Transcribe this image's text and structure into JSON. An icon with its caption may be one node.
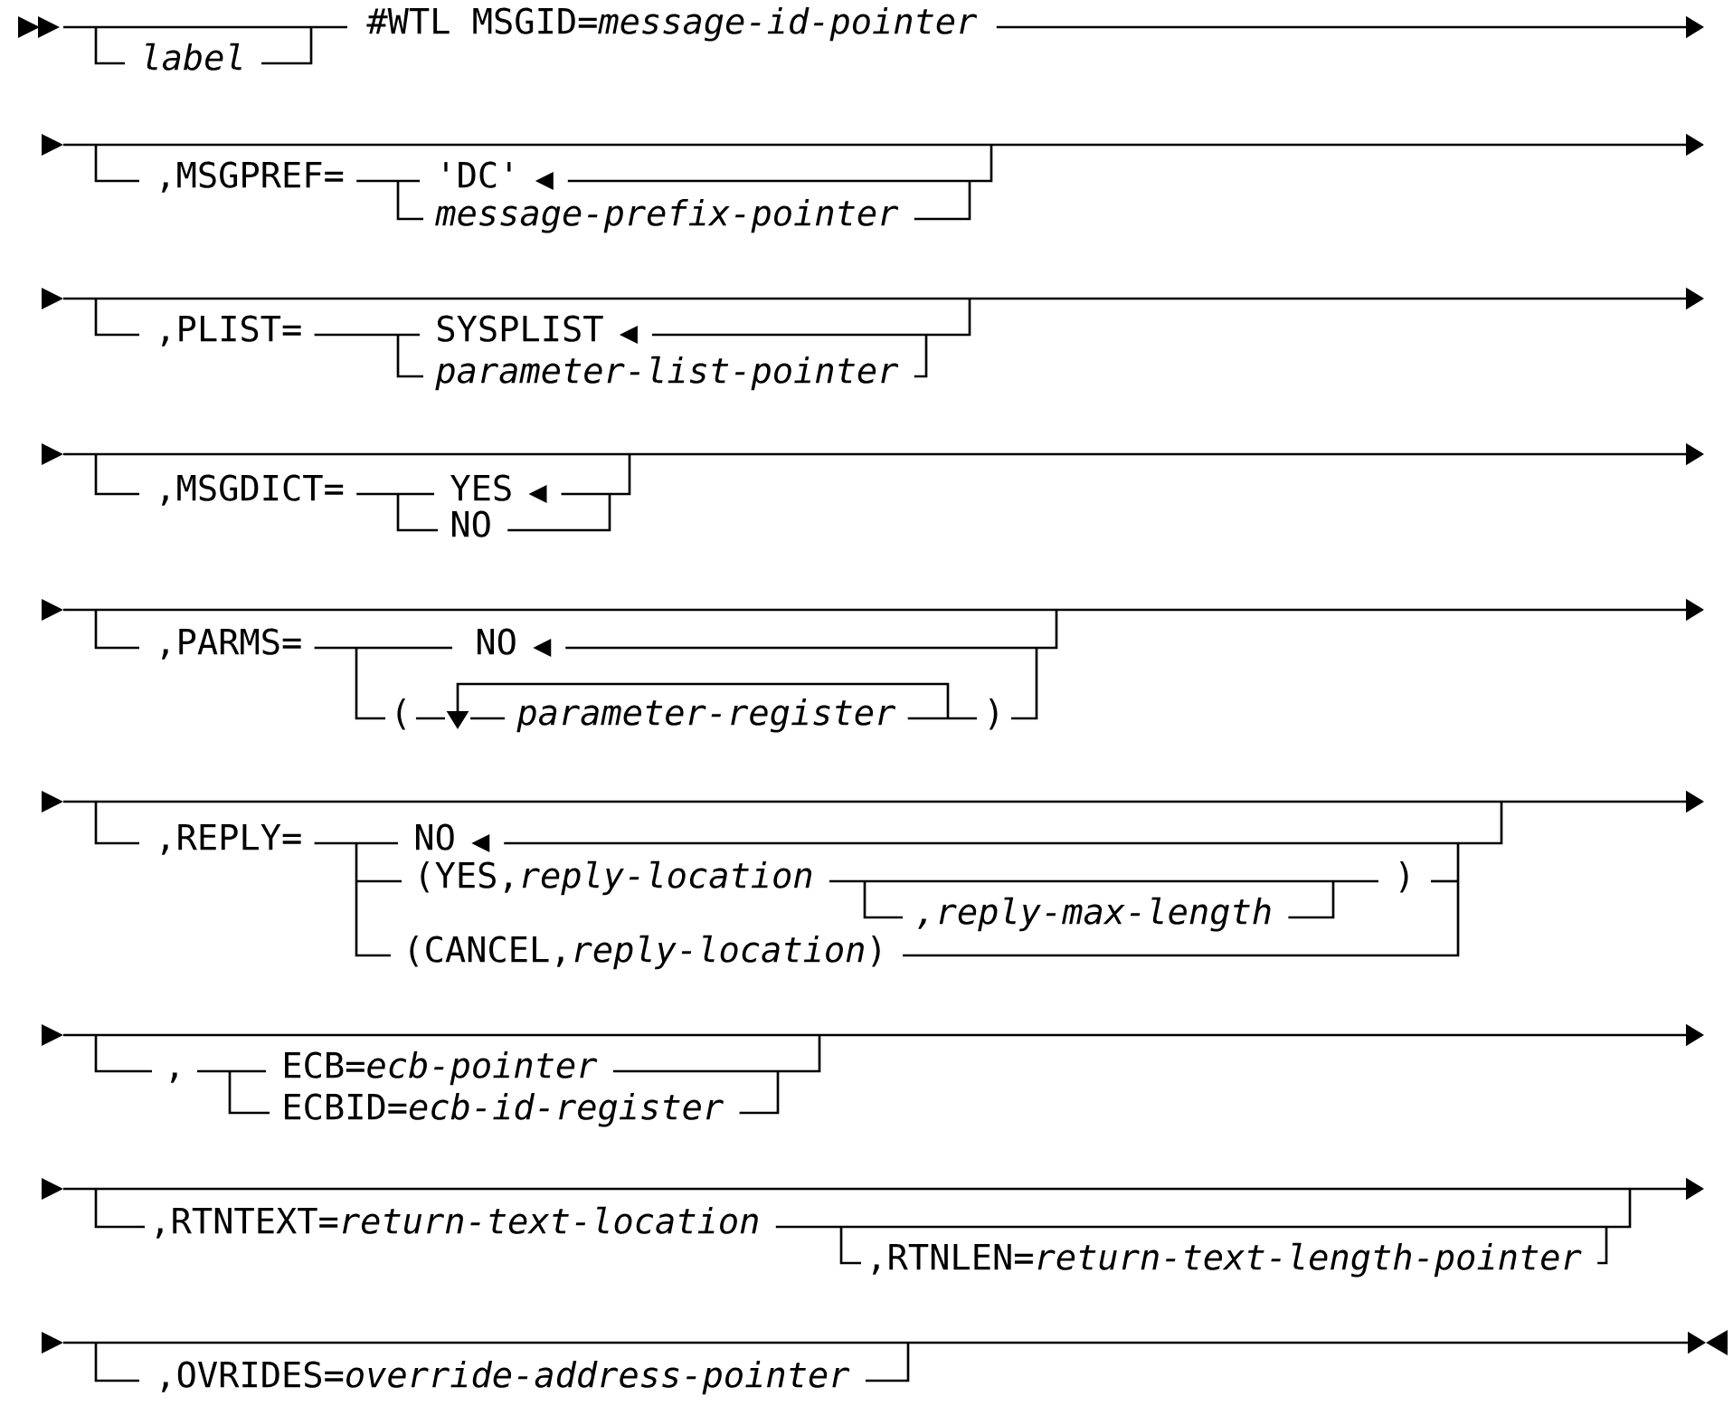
{
  "diagram": {
    "labels": [
      "label",
      "#WTL MSGID=*message-id-pointer*",
      ",MSGPREF=",
      "'DC'",
      "message-prefix-pointer",
      ",PLIST=",
      "SYSPLIST",
      "parameter-list-pointer",
      ",MSGDICT=",
      "YES",
      "NO",
      ",PARMS=",
      "NO",
      "(",
      "parameter-register",
      ")",
      ",REPLY=",
      "NO",
      "(YES,*reply-location*",
      ",reply-max-length",
      ")",
      "(CANCEL,*reply-location*)",
      ",",
      "ECB=*ecb-pointer*",
      "ECBID=*ecb-id-register*",
      ",RTNTEXT=*return-text-location*",
      ",RTNLEN=*return-text-length-pointer*",
      ",OVRIDES=*override-address-pointer*"
    ]
  }
}
